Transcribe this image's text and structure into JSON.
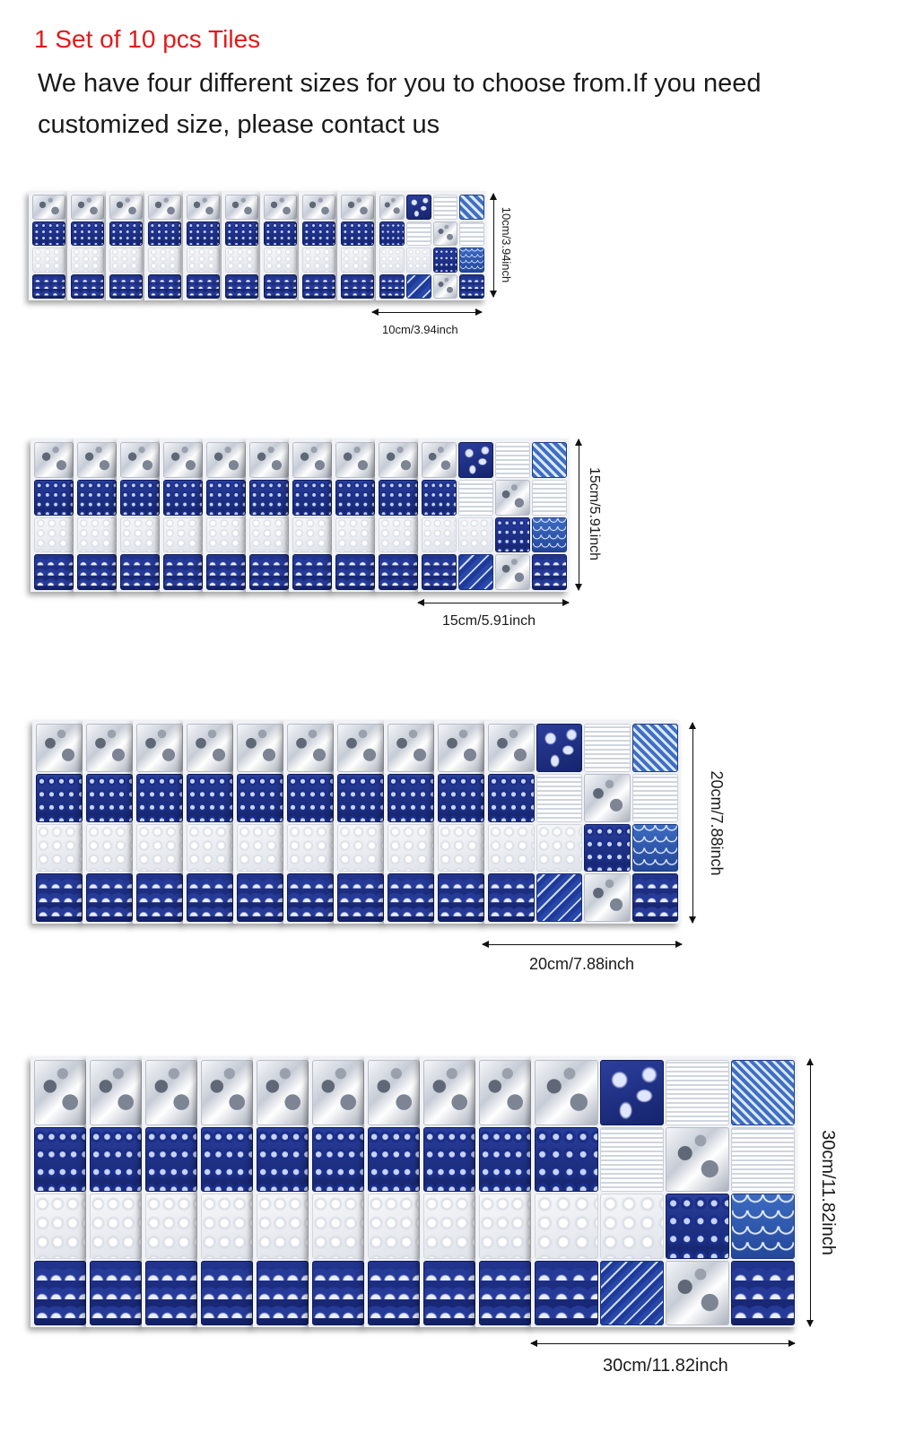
{
  "header": {
    "title": "1 Set of 10 pcs Tiles",
    "description": "We have four different sizes for you to choose from.If you need customized size, please contact us"
  },
  "sizes": [
    {
      "width_label": "10cm/3.94inch",
      "height_label": "10cm/3.94inch"
    },
    {
      "width_label": "15cm/5.91inch",
      "height_label": "15cm/5.91inch"
    },
    {
      "width_label": "20cm/7.88inch",
      "height_label": "20cm/7.88inch"
    },
    {
      "width_label": "30cm/11.82inch",
      "height_label": "30cm/11.82inch"
    }
  ],
  "tile_set": {
    "pieces": 10
  },
  "colors": {
    "title": "#e01b1b",
    "navy": "#1b2f88",
    "silver": "#c6ccd6",
    "white": "#f7f8fa"
  }
}
